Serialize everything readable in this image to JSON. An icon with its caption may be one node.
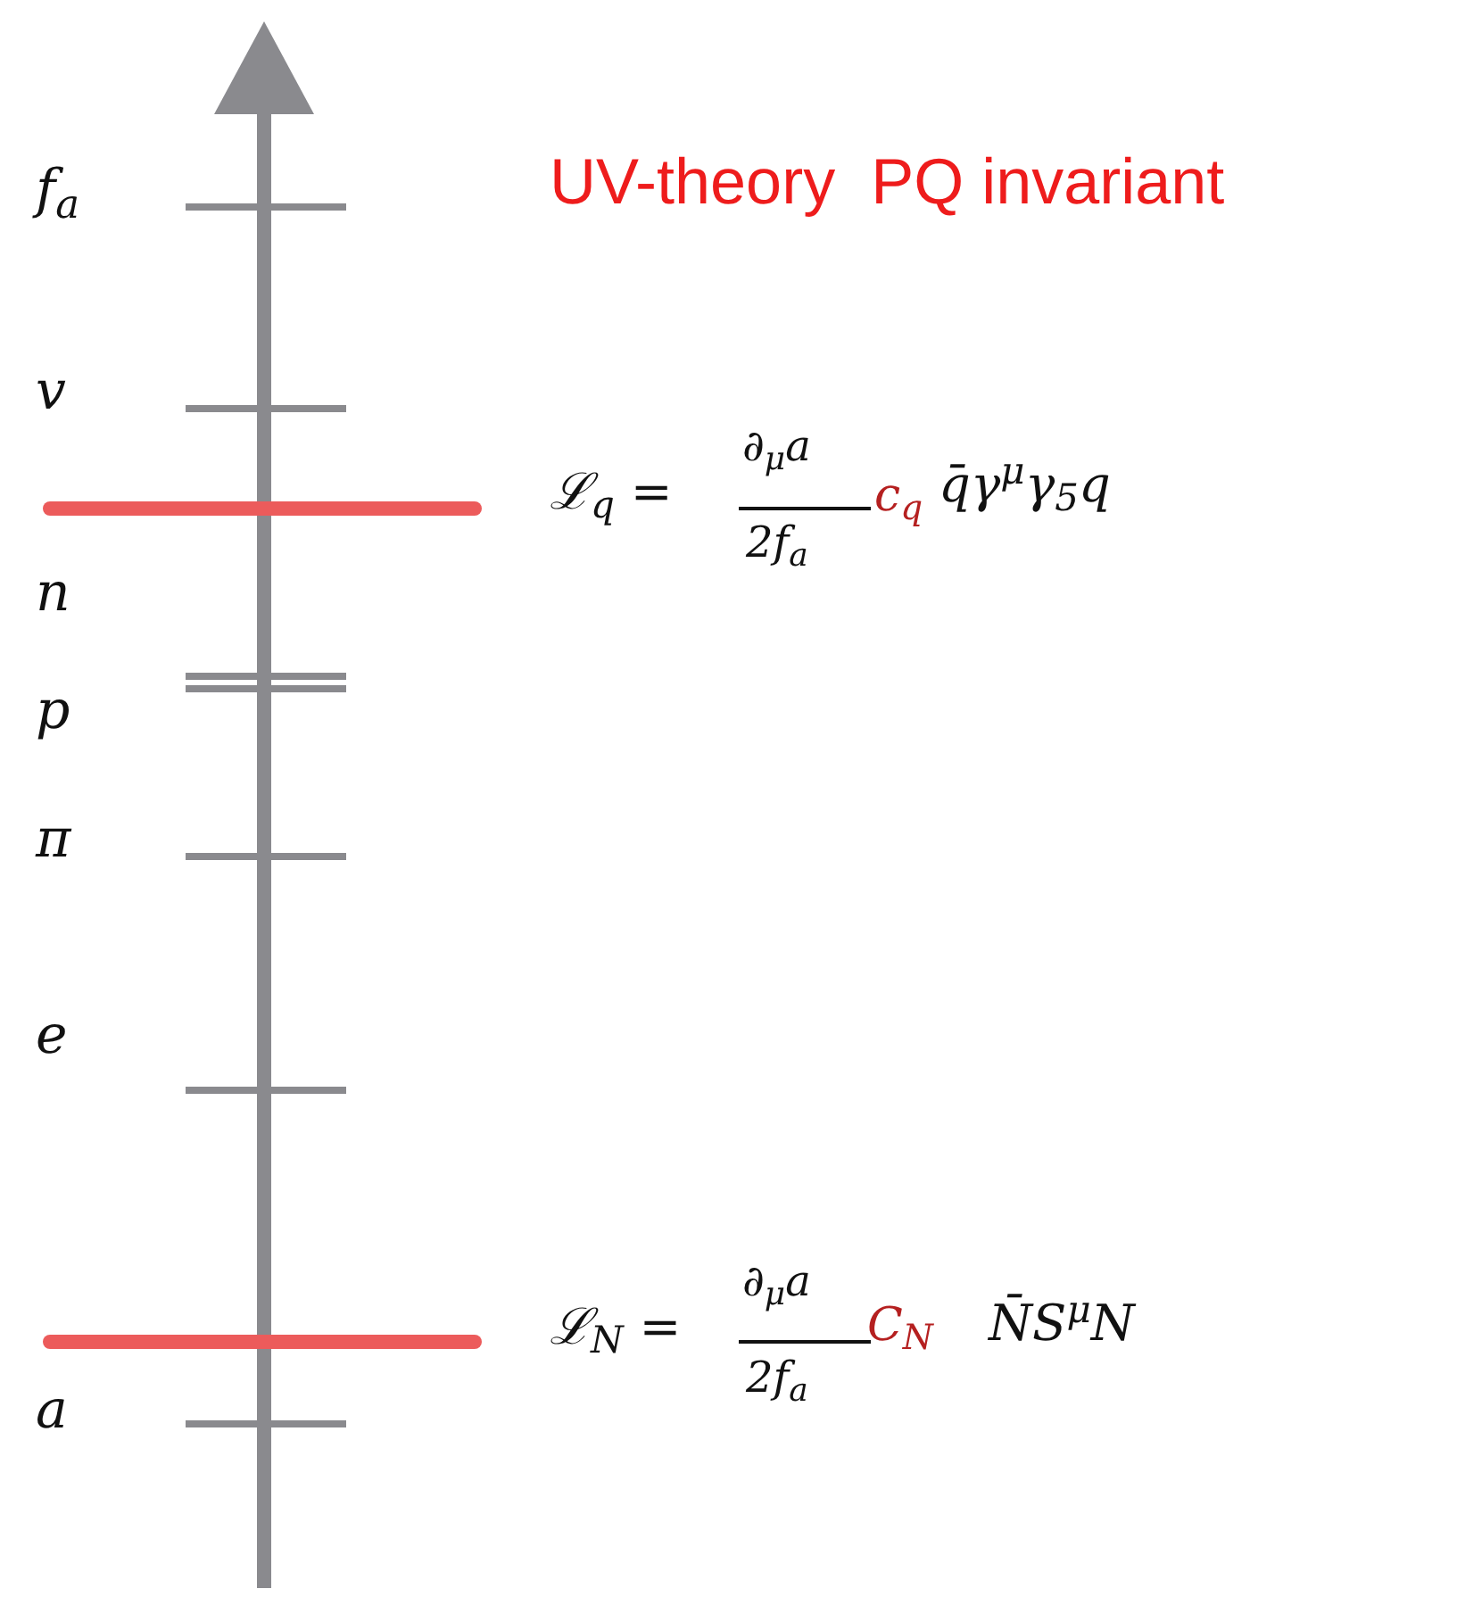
{
  "diagram": {
    "labels": [
      "f$_{a}$",
      "UV-theory  PQ invariant",
      "v",
      "ℒ$_{q}$ =",
      "∂$_{μ}$a",
      "2f$_{a}$",
      "c$_{q}$",
      "q̄γ$^{μ}$γ$_{5}$q",
      "n",
      "p",
      "π",
      "e",
      "ℒ$_{N}$ =",
      "∂$_{μ}$a",
      "2f$_{a}$",
      "C$_{N}$",
      "N̄S$^{μ}$N",
      "a"
    ]
  }
}
